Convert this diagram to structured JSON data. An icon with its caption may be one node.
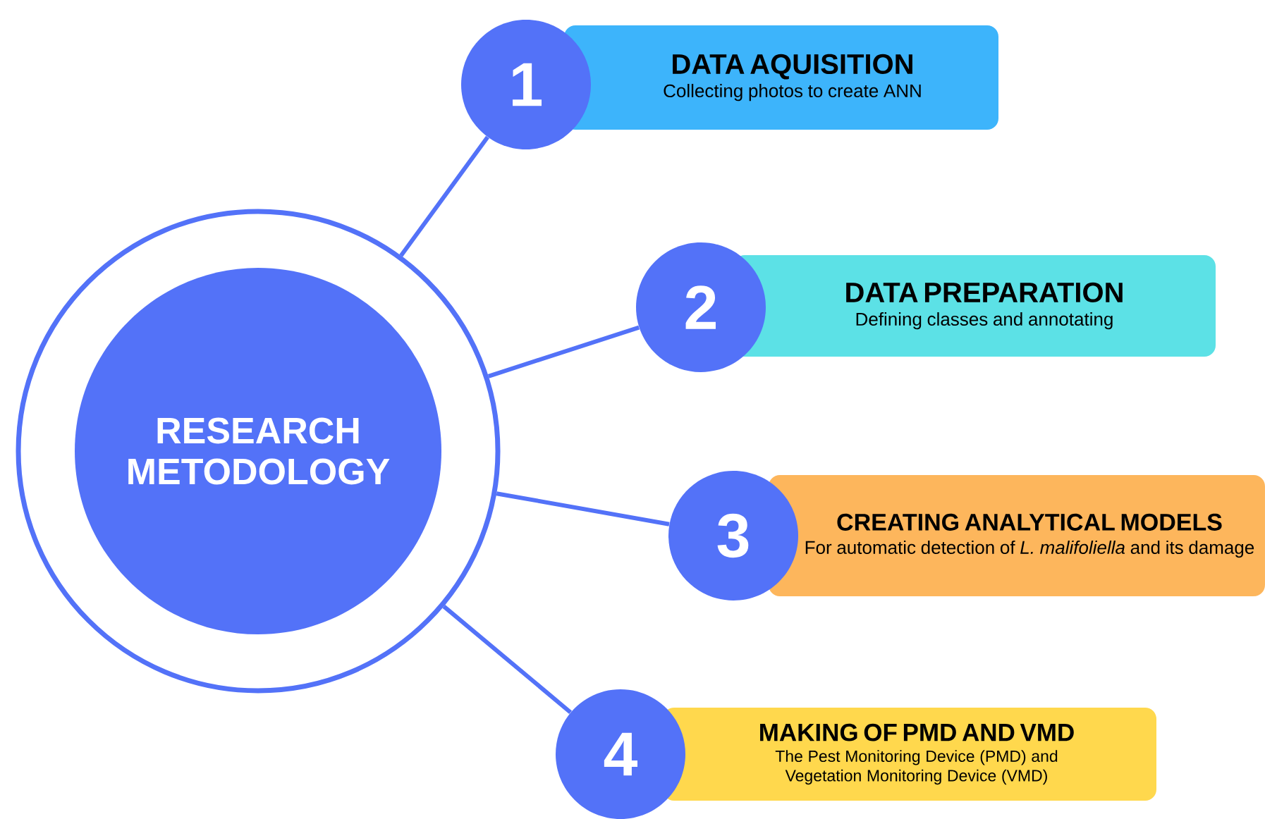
{
  "diagram": {
    "nodes": [
      {
        "text": [
          "RESEARCH METODOLOGY"
        ]
      },
      {
        "text": [
          "1"
        ]
      },
      {
        "text": [
          "DATA AQUISITION",
          "Collecting photos to create ANN"
        ]
      },
      {
        "text": [
          "2"
        ]
      },
      {
        "text": [
          "DATA PREPARATION",
          "Defining classes and annotating"
        ]
      },
      {
        "text": [
          "3"
        ]
      },
      {
        "text": [
          "CREATING ANALYTICAL MODELS",
          "For automatic detection of *L. malifoliella* and its damage"
        ]
      },
      {
        "text": [
          "4"
        ]
      },
      {
        "text": [
          "MAKING OF PMD AND VMD",
          "The Pest Monitoring Device (PMD) and Vegetation Monitoring Device (VMD)"
        ]
      }
    ],
    "edges": [
      {
        "from": 0,
        "to": 1,
        "arrow": "none"
      },
      {
        "from": 0,
        "to": 3,
        "arrow": "none"
      },
      {
        "from": 0,
        "to": 5,
        "arrow": "none"
      },
      {
        "from": 0,
        "to": 7,
        "arrow": "none"
      }
    ]
  }
}
